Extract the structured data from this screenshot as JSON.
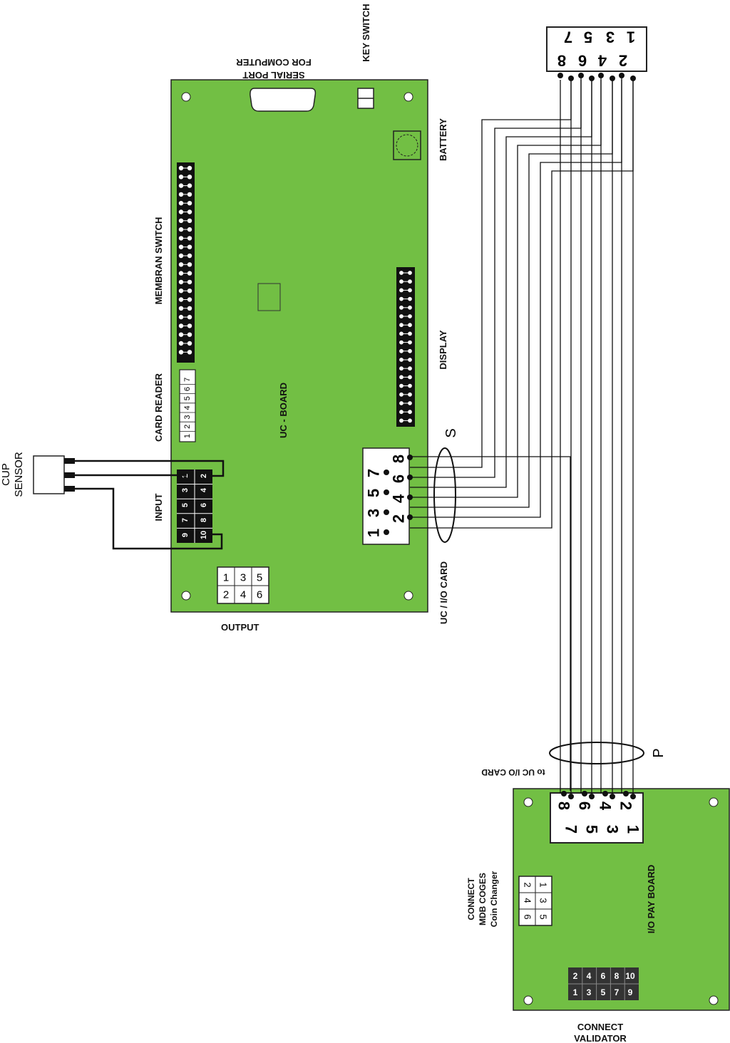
{
  "colors": {
    "board": "#72bf44",
    "wire": "#000000",
    "dark_header": "#1a1a1a",
    "validator_header": "#333333"
  },
  "labels": {
    "serial_port_line1": "SERIAL PORT",
    "serial_port_line2": "FOR COMPUTER",
    "key_switch": "KEY SWITCH",
    "battery": "BATTERY",
    "membran_switch": "MEMBRAN SWITCH",
    "card_reader": "CARD READER",
    "uc_board": "UC - BOARD",
    "display": "DISPLAY",
    "cup_sensor_line1": "CUP",
    "cup_sensor_line2": "SENSOR",
    "input": "INPUT",
    "uc_io_card": "UC / I/O CARD",
    "output": "OUTPUT",
    "cable_s": "S",
    "cable_p": "P",
    "to_uc_io_card": "to UC  I/O CARD",
    "connect_mdb_line1": "CONNECT",
    "connect_mdb_line2": "MDB COGES",
    "connect_mdb_line3": "Coin Changer",
    "io_pay_board": "I/O PAY BOARD",
    "connect_validator_line1": "CONNECT",
    "connect_validator_line2": "VALIDATOR"
  },
  "card_reader_pins": [
    "1",
    "2",
    "3",
    "4",
    "5",
    "6",
    "7"
  ],
  "input_pins": {
    "top_row": [
      "9",
      "7",
      "5",
      "3",
      "1"
    ],
    "bottom_row": [
      "10",
      "8",
      "6",
      "4",
      "2"
    ]
  },
  "output_pins": {
    "top_row": [
      "1",
      "3",
      "5"
    ],
    "bottom_row": [
      "2",
      "4",
      "6"
    ]
  },
  "uc_io_pins": {
    "odd": [
      "1",
      "3",
      "5",
      "7"
    ],
    "even": [
      "2",
      "4",
      "6",
      "8"
    ]
  },
  "top_conn_pins": {
    "odd": [
      "7",
      "5",
      "3",
      "1"
    ],
    "even": [
      "8",
      "6",
      "4",
      "2"
    ]
  },
  "pay_conn_pins": {
    "even": [
      "8",
      "6",
      "4",
      "2"
    ],
    "odd": [
      "7",
      "5",
      "3",
      "1"
    ]
  },
  "mdb_pins": {
    "col_left": [
      "2",
      "4",
      "6"
    ],
    "col_right": [
      "1",
      "3",
      "5"
    ]
  },
  "validator_pins": {
    "top_row": [
      "2",
      "4",
      "6",
      "8",
      "10"
    ],
    "bottom_row": [
      "1",
      "3",
      "5",
      "7",
      "9"
    ]
  }
}
